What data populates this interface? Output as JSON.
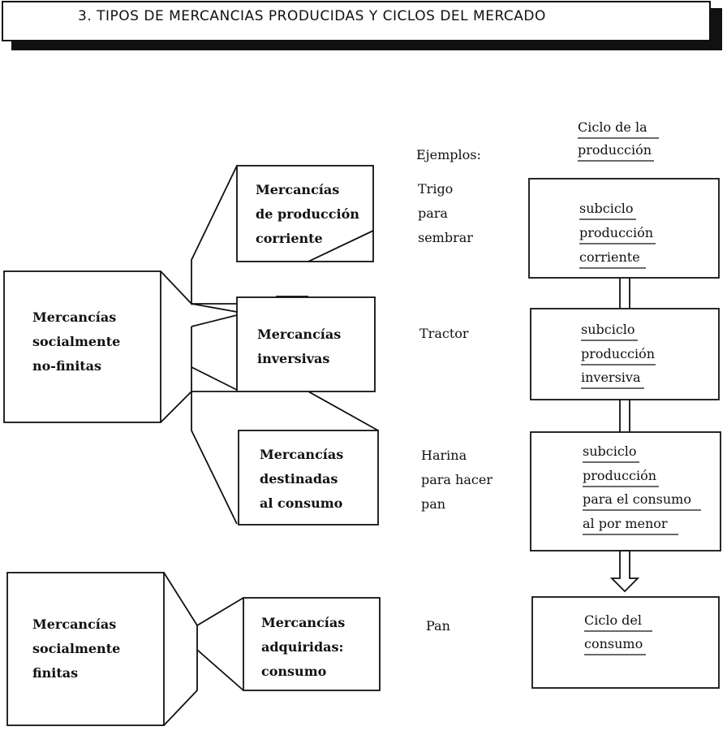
{
  "title": "3. TIPOS DE MERCANCIAS PRODUCIDAS Y CICLOS DEL MERCADO",
  "left_boxes": {
    "no_finitas": [
      "Mercancías",
      "socialmente",
      "no-finitas"
    ],
    "finitas": [
      "Mercancías",
      "socialmente",
      "finitas"
    ]
  },
  "middle_boxes": {
    "corriente": [
      "Mercancías",
      "de producción",
      "corriente"
    ],
    "inversivas": [
      "Mercancías",
      "inversivas"
    ],
    "consumo": [
      "Mercancías",
      "destinadas",
      "al consumo"
    ],
    "adquiridas": [
      "Mercancías",
      "adquiridas:",
      "consumo"
    ]
  },
  "examples": {
    "header": "Ejemplos:",
    "trigo": [
      "Trigo",
      "para",
      "sembrar"
    ],
    "tractor": [
      "Tractor"
    ],
    "harina": [
      "Harina",
      "para hacer",
      "pan"
    ],
    "pan": [
      "Pan"
    ]
  },
  "cycles": {
    "header": [
      "Ciclo de la",
      "producción"
    ],
    "corriente": [
      "subciclo",
      "producción",
      "corriente"
    ],
    "inversiva": [
      "subciclo",
      "producción",
      "inversiva"
    ],
    "menor": [
      "subciclo",
      "producción",
      "para el consumo",
      "al por menor"
    ],
    "consumo": [
      "Ciclo del",
      "consumo"
    ]
  }
}
